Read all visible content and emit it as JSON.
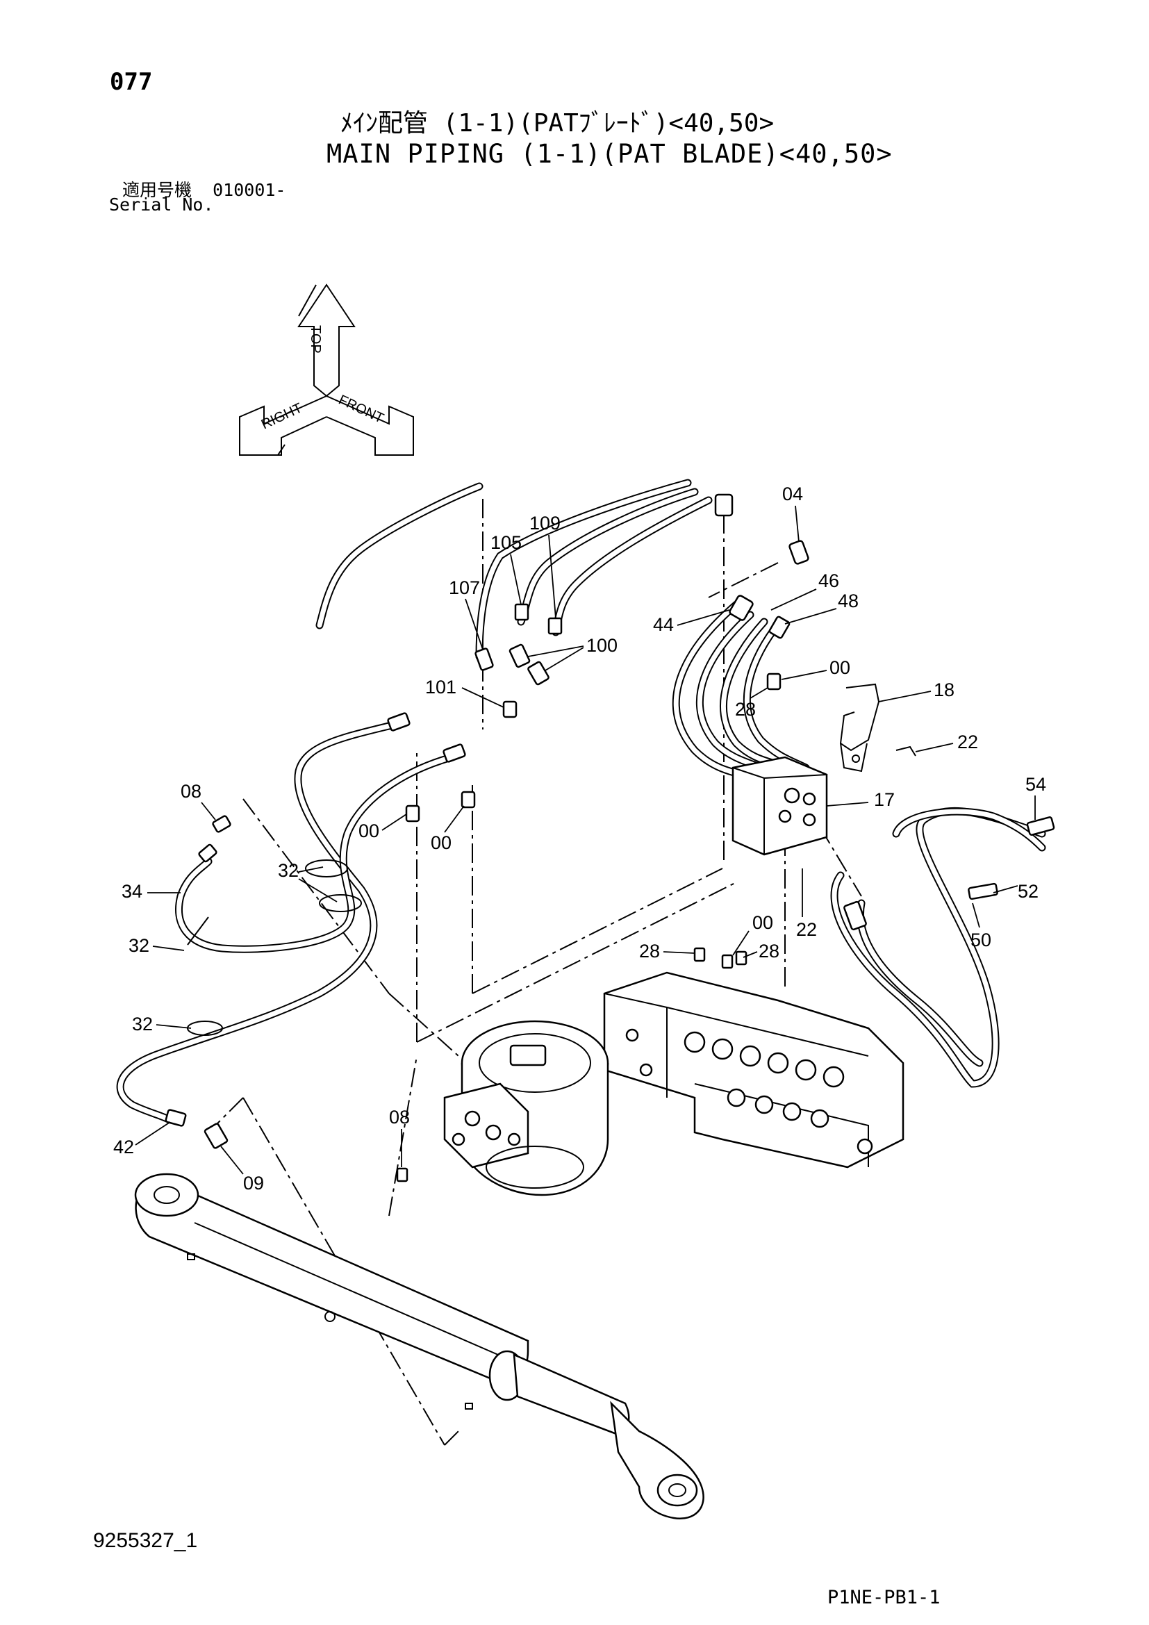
{
  "header": {
    "page_number": "077",
    "title_jp": "ﾒｲﾝ配管 (1-1)(PATﾌﾞﾚｰﾄﾞ)<40,50>",
    "title_en": "MAIN PIPING (1-1)(PAT BLADE)<40,50>",
    "serial_label_jp": "適用号機",
    "serial_value": "010001-",
    "serial_label_en": "Serial No."
  },
  "orientation": {
    "top": "TOP",
    "right": "RIGHT",
    "front": "FRONT"
  },
  "callouts": {
    "c04": "04",
    "c109": "109",
    "c105": "105",
    "c107": "107",
    "c46": "46",
    "c48": "48",
    "c44": "44",
    "c100": "100",
    "c101": "101",
    "c00a": "00",
    "c18": "18",
    "c28a": "28",
    "c22a": "22",
    "c54": "54",
    "c08a": "08",
    "c17": "17",
    "c00b": "00",
    "c00c": "00",
    "c32a": "32",
    "c34": "34",
    "c52": "52",
    "c22b": "22",
    "c32b": "32",
    "c00d": "00",
    "c50": "50",
    "c28b": "28",
    "c28c": "28",
    "c32c": "32",
    "c08b": "08",
    "c42": "42",
    "c09": "09"
  },
  "footer": {
    "doc_id": "9255327_1",
    "drawing_code": "P1NE-PB1-1"
  }
}
